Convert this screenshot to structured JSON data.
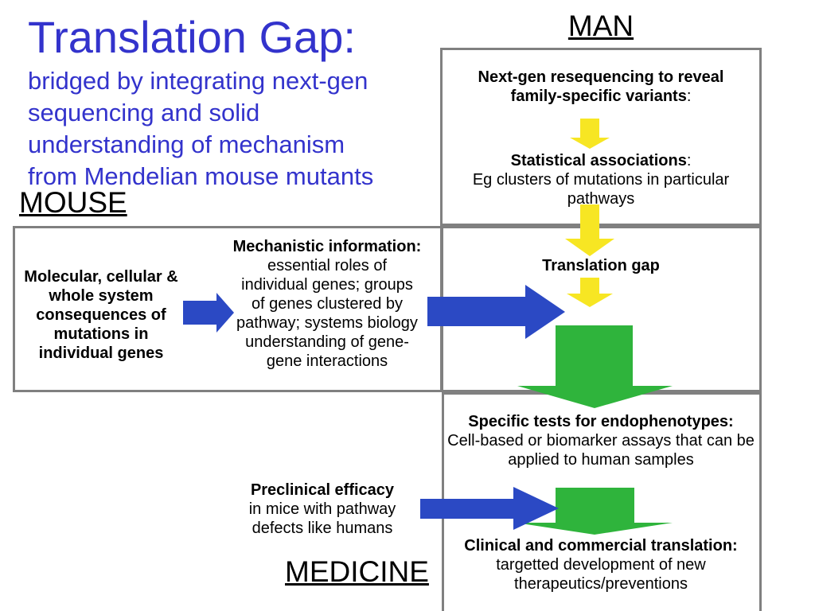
{
  "slide": {
    "title": "Translation Gap:",
    "subtitle": "bridged by integrating next-gen\nsequencing and solid\nunderstanding of mechanism\nfrom Mendelian mouse mutants"
  },
  "headings": {
    "man": "MAN",
    "mouse": "MOUSE",
    "medicine": "MEDICINE"
  },
  "man_track": {
    "nextgen": {
      "bold": "Next-gen resequencing to reveal\nfamily-specific variants",
      "rest": ":"
    },
    "statistical": {
      "bold": "Statistical associations",
      "rest": ":\nEg clusters of mutations in particular\npathways"
    },
    "translation_gap": {
      "bold": "Translation gap"
    }
  },
  "mouse_track": {
    "molecular": {
      "bold": "Molecular, cellular &\nwhole system\nconsequences of\nmutations in\nindividual genes"
    },
    "mechanistic": {
      "bold": "Mechanistic information:",
      "rest": "\nessential roles of\nindividual genes; groups\nof genes clustered by\npathway; systems biology\nunderstanding of gene-\ngene interactions"
    }
  },
  "medicine_track": {
    "specific_tests": {
      "bold": "Specific tests for endophenotypes:",
      "rest": "\nCell-based or biomarker assays that can be\napplied to human samples"
    },
    "preclinical": {
      "bold": "Preclinical efficacy",
      "rest": "\nin mice with pathway\ndefects like humans"
    },
    "clinical": {
      "bold": "Clinical and commercial translation:",
      "rest": "\ntargetted development of new\ntherapeutics/preventions"
    }
  },
  "colors": {
    "title_blue": "#3333cc",
    "arrow_blue": "#2b49c4",
    "arrow_yellow": "#f7e623",
    "arrow_green": "#2fb43c",
    "border_gray": "#808080",
    "text_black": "#000000"
  }
}
